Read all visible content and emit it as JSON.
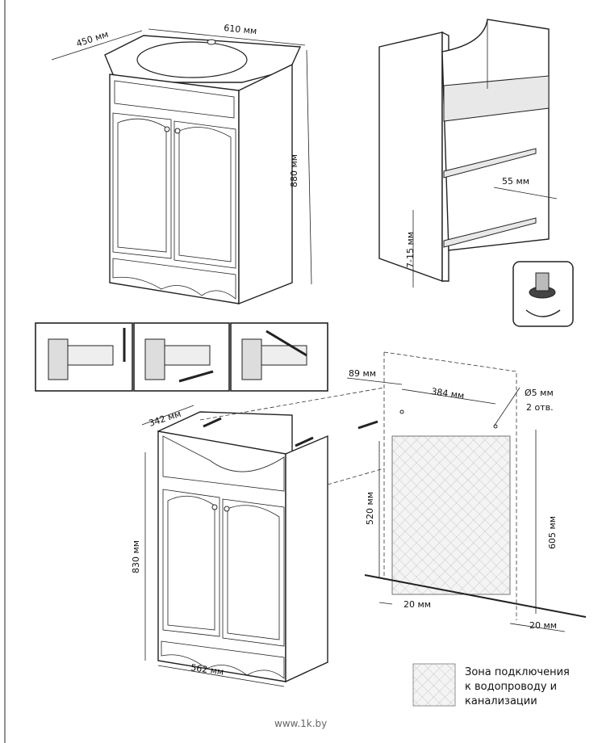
{
  "dims": {
    "top_width": "610 мм",
    "top_depth": "450 мм",
    "top_height": "880 мм",
    "frame_step": "55 мм",
    "foot_adjust": "7-15 мм",
    "hole_offset": "89 мм",
    "hole_spacing": "384 мм",
    "hole_diameter": "Ø5 мм",
    "hole_count": "2 отв.",
    "zone_height": "520 мм",
    "wall_height": "605 мм",
    "zone_left": "20 мм",
    "zone_right": "20 мм",
    "cab_depth": "342 мм",
    "cab_height": "830 мм",
    "cab_width": "562 мм"
  },
  "legend": {
    "line1": "Зона подключения",
    "line2": "к водопроводу и",
    "line3": "канализации"
  },
  "watermark": "www.1k.by",
  "colors": {
    "line": "#222222",
    "hatch": "#b8b8b8"
  }
}
